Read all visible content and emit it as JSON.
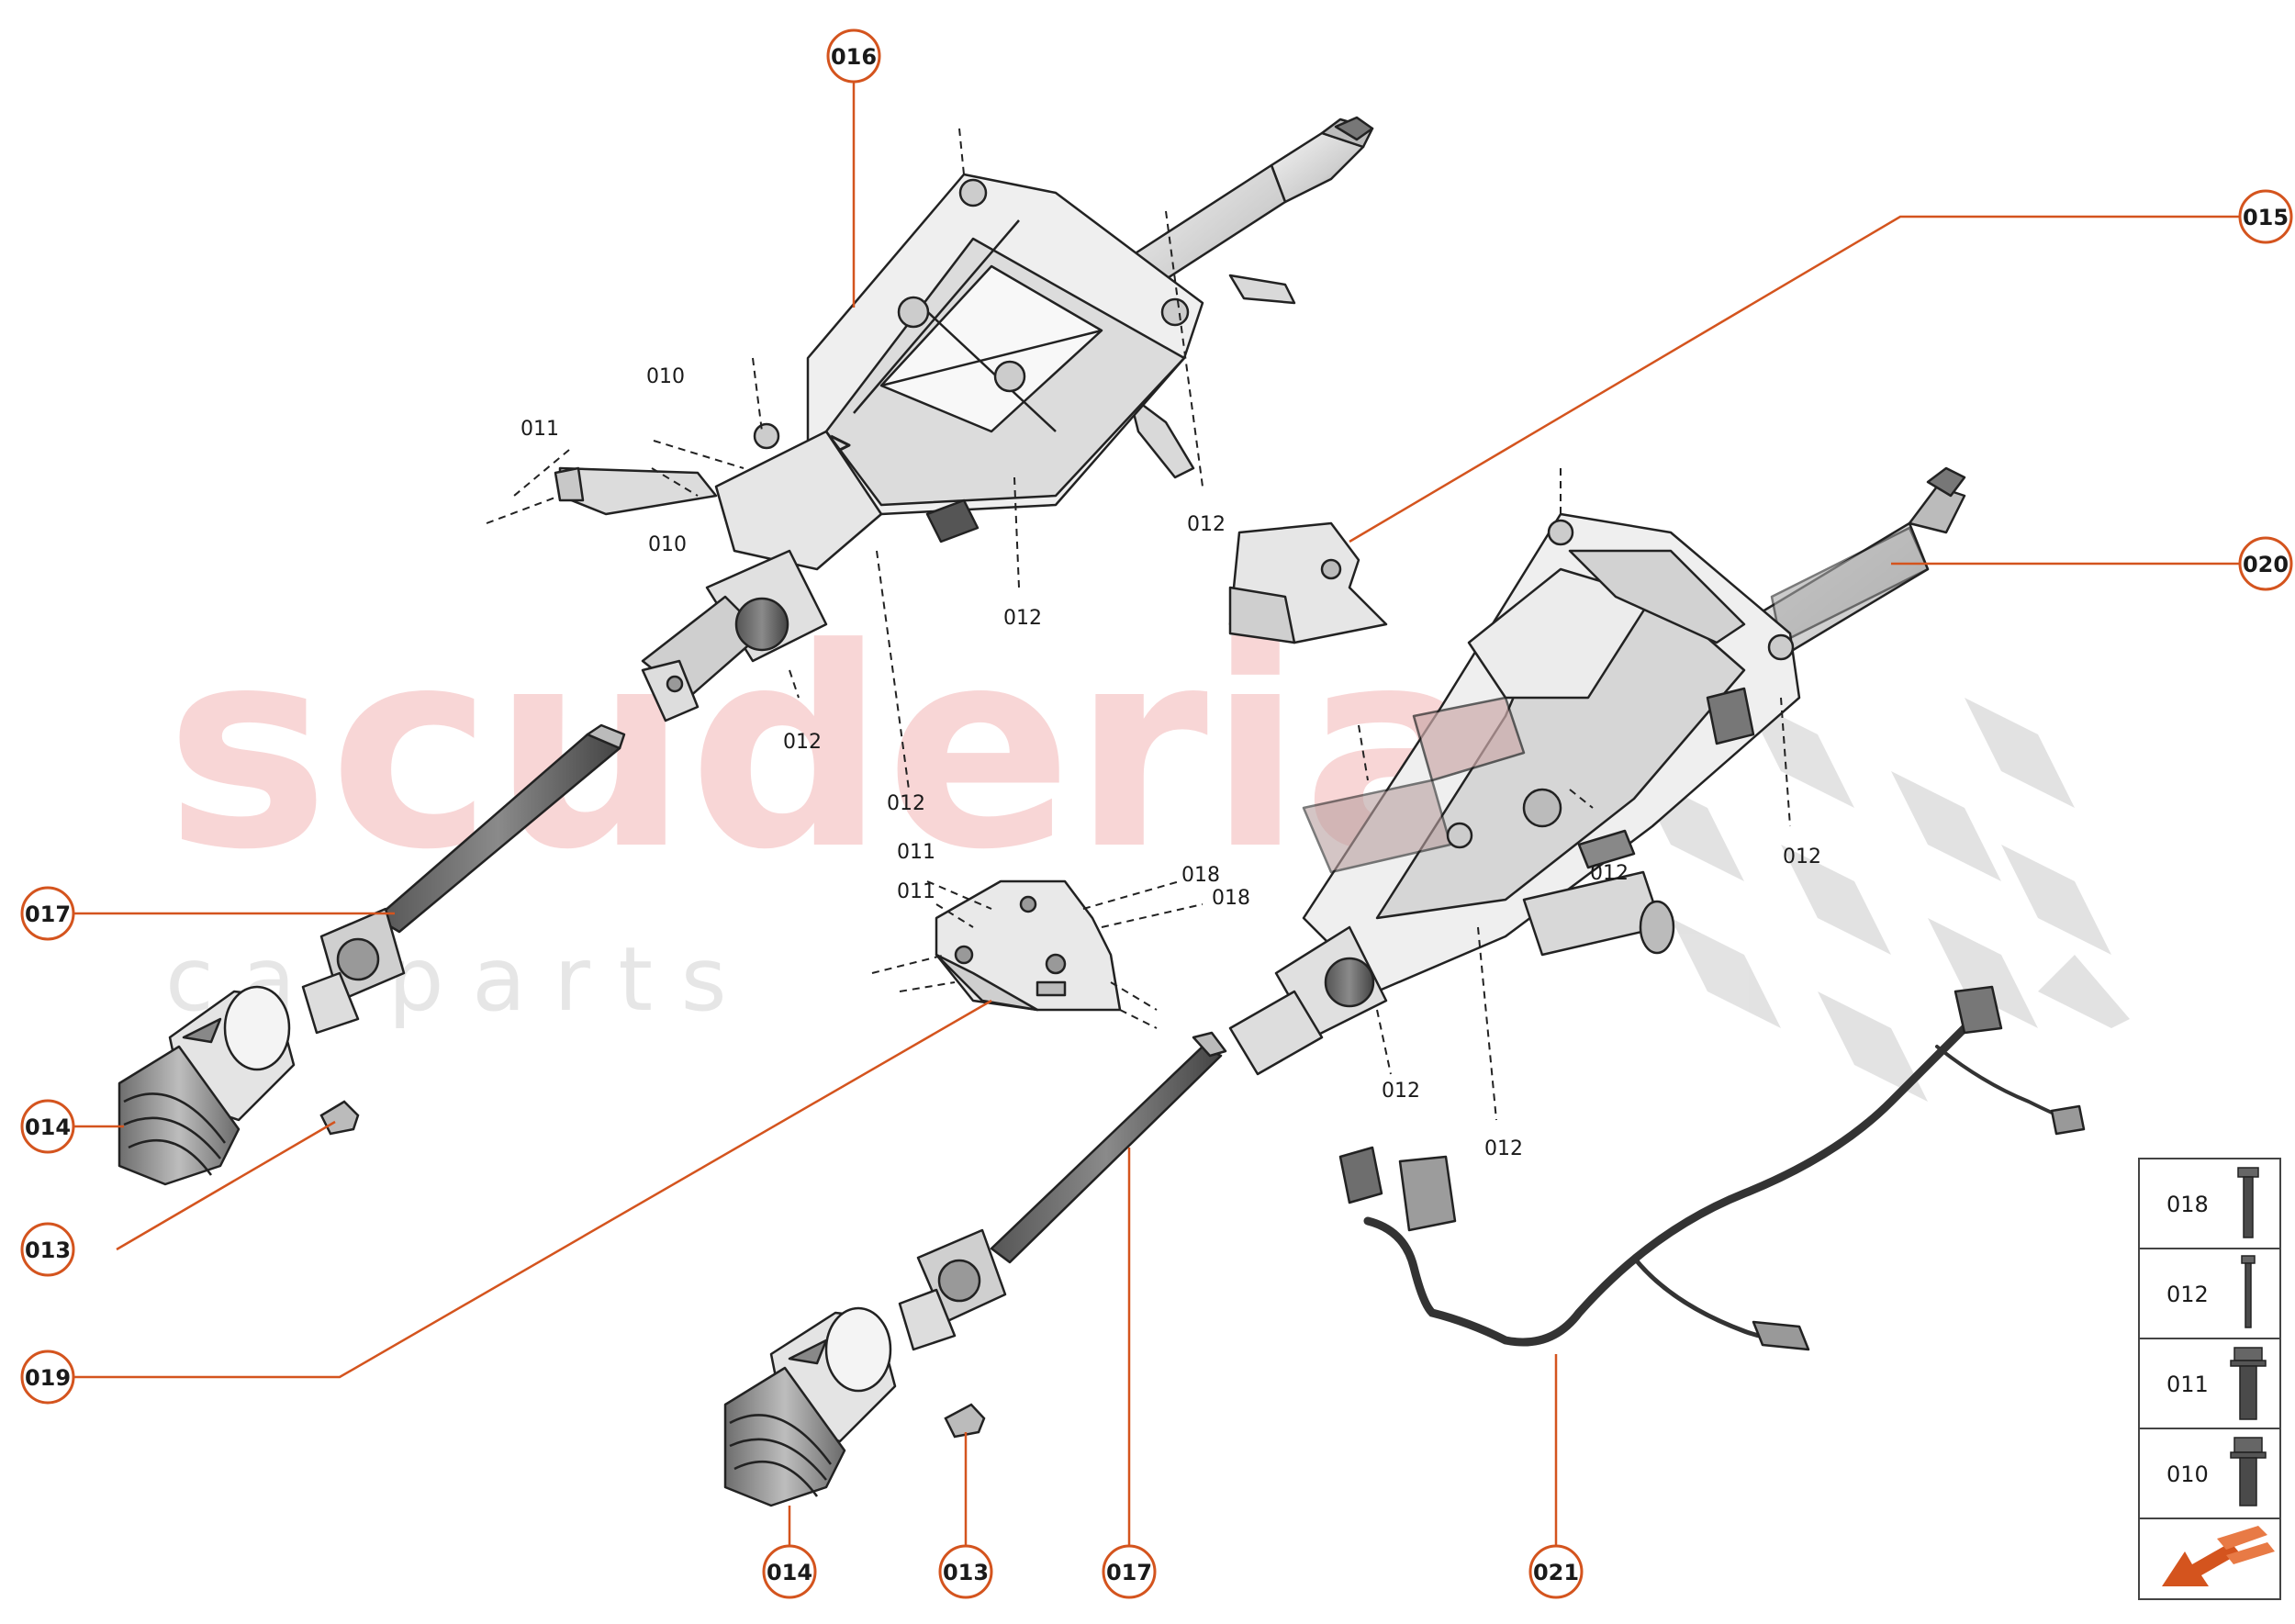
{
  "watermark": {
    "main": "scuderia",
    "sub": "c a r   p a r t s"
  },
  "colors": {
    "accent": "#d4541e",
    "outline": "#222222",
    "part_fill": "#e8e8e8",
    "part_shade": "#9a9a9a"
  },
  "callouts": {
    "c016": "016",
    "c015": "015",
    "c020": "020",
    "c017a": "017",
    "c014a": "014",
    "c013a": "013",
    "c019": "019",
    "c014b": "014",
    "c013b": "013",
    "c017b": "017",
    "c021": "021"
  },
  "refs": {
    "r010a": "010",
    "r011a": "011",
    "r010b": "010",
    "r012a": "012",
    "r012b": "012",
    "r012c": "012",
    "r012d": "012",
    "r011b": "011",
    "r011c": "011",
    "r018a": "018",
    "r018b": "018",
    "r012e": "012",
    "r012f": "012",
    "r012g": "012",
    "r012h": "012"
  },
  "legend": [
    {
      "code": "018",
      "icon": "long-bolt-icon"
    },
    {
      "code": "012",
      "icon": "thin-bolt-icon"
    },
    {
      "code": "011",
      "icon": "flange-bolt-icon"
    },
    {
      "code": "010",
      "icon": "short-flange-bolt-icon"
    }
  ],
  "legend_footer_icon": "orientation-arrow-icon"
}
